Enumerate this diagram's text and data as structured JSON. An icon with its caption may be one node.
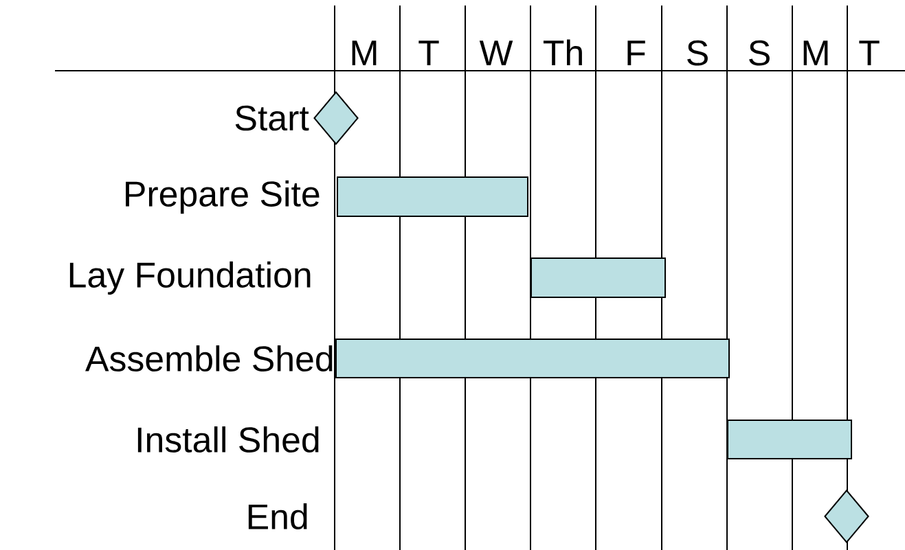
{
  "diagram": {
    "nodes": [
      {
        "text": [],
        "shape": "diamond"
      },
      {
        "text": [],
        "shape": "bar"
      },
      {
        "text": [],
        "shape": "bar"
      },
      {
        "text": [],
        "shape": "bar"
      },
      {
        "text": [],
        "shape": "bar"
      },
      {
        "text": [],
        "shape": "diamond"
      }
    ],
    "labels": [
      "M",
      "T",
      "W",
      "Th",
      "F",
      "S",
      "S",
      "M",
      "T",
      "Start",
      "Prepare Site",
      "Lay Foundation",
      "Assemble Shed",
      "Install Shed",
      "End"
    ]
  }
}
